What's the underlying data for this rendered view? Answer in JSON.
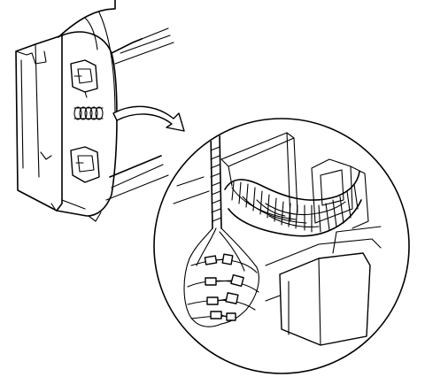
{
  "figure": {
    "type": "line-art technical illustration",
    "stroke_color": "#000000",
    "background_color": "#ffffff",
    "parts": [
      "door-trim-panel",
      "upper-clip-bracket",
      "coiled-wire-harness",
      "lower-clip-bracket",
      "callout-arrow",
      "detail-magnifier-circle",
      "wire-harness-loom",
      "harness-connectors",
      "door-panel-bracket"
    ]
  }
}
